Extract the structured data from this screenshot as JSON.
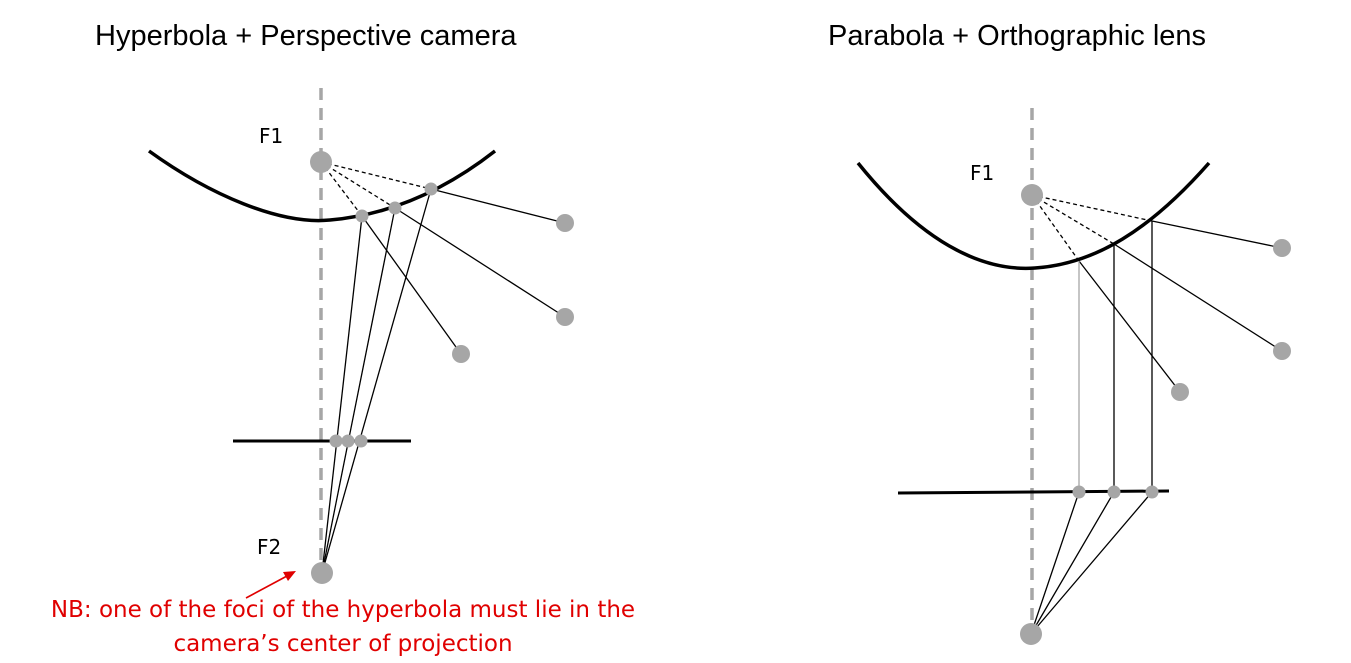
{
  "left_panel": {
    "title": "Hyperbola + Perspective camera",
    "focus_top": "F1",
    "focus_bottom": "F2",
    "note_line1": "NB: one of the foci of the hyperbola must lie in the",
    "note_line2": "camera’s center of projection"
  },
  "right_panel": {
    "title": "Parabola + Orthographic lens",
    "focus_top": "F1"
  },
  "colors": {
    "curve": "#000000",
    "axis": "#a6a6a6",
    "point": "#a6a6a6",
    "note": "#e00000"
  }
}
